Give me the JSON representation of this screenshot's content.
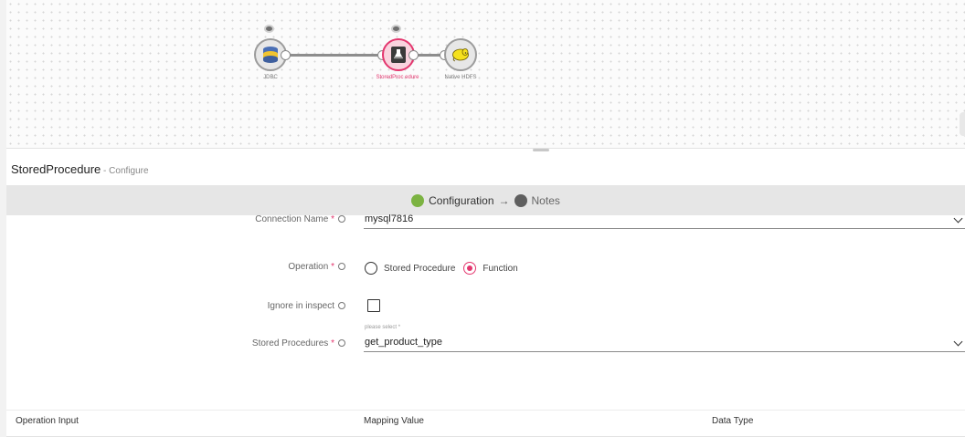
{
  "pipeline": {
    "nodes": [
      {
        "name": "jdbc",
        "label": "JDBC",
        "icon": "database-icon"
      },
      {
        "name": "stored-procedure",
        "label": "StoredProc edure",
        "icon": "flask-icon"
      },
      {
        "name": "native-hdfs",
        "label": "Native HDFS",
        "icon": "hadoop-elephant-icon"
      }
    ]
  },
  "panel": {
    "title": "StoredProcedure",
    "subtitle": " - Configure"
  },
  "stepper": {
    "steps": [
      {
        "label": "Configuration",
        "state": "active",
        "color": "#7cb342"
      },
      {
        "label": "Notes",
        "state": "pending",
        "color": "#5f5f5f"
      }
    ],
    "arrow": "→"
  },
  "form": {
    "connection_name": {
      "label": "Connection Name",
      "required": "*",
      "value": "mysql7816"
    },
    "operation": {
      "label": "Operation",
      "required": "*",
      "options": [
        "Stored Procedure",
        "Function"
      ],
      "selected": "Function"
    },
    "ignore_in_inspect": {
      "label": "Ignore in inspect",
      "checked": false
    },
    "stored_procedures": {
      "label": "Stored Procedures",
      "required": "*",
      "hint": "please select *",
      "value": "get_product_type"
    }
  },
  "table": {
    "columns": [
      "Operation Input",
      "Mapping Value",
      "Data Type"
    ]
  },
  "colors": {
    "accent": "#e3366e",
    "success": "#7cb342"
  }
}
